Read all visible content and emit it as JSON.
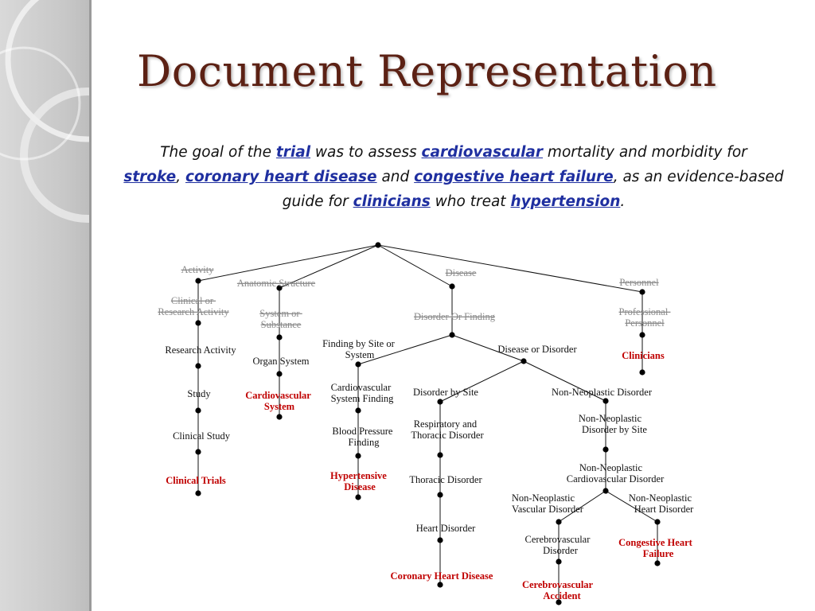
{
  "slide": {
    "title": "Document Representation",
    "goal": {
      "t1": "The goal of the ",
      "k1": "trial",
      "t2": " was to assess ",
      "k2": "cardiovascular",
      "t3": " mortality and morbidity for ",
      "k3": "stroke",
      "t4": ", ",
      "k4": "coronary heart disease",
      "t5": " and ",
      "k5": "congestive heart failure",
      "t6": ", as an  evidence-based guide for ",
      "k6": "clinicians",
      "t7": " who treat ",
      "k7": "hypertension",
      "t8": "."
    },
    "accent_color": "#5c2114",
    "keyword_color": "#1f2fa0",
    "highlight_color": "#c00000"
  },
  "tree": {
    "activity": "Activity",
    "clinical_or_research_activity": [
      "Clinical or",
      "Research Activity"
    ],
    "research_activity": "Research  Activity",
    "study": "Study",
    "clinical_study": "Clinical Study",
    "clinical_trials": "Clinical Trials",
    "anatomic_structure": "Anatomic  Structure",
    "system_or_substance": [
      "System or",
      "Substance"
    ],
    "organ_system": "Organ System",
    "cardiovascular_system": [
      "Cardiovascular",
      "System"
    ],
    "disease": "Disease",
    "disorder_or_finding": "Disorder Or Finding",
    "finding_by_site_or_system": [
      "Finding by Site or",
      "System"
    ],
    "cardiovascular_system_finding": [
      "Cardiovascular",
      "System Finding"
    ],
    "blood_pressure_finding": [
      "Blood Pressure",
      "Finding"
    ],
    "hypertensive_disease": [
      "Hypertensive",
      "Disease"
    ],
    "disease_or_disorder": "Disease or Disorder",
    "disorder_by_site": "Disorder by Site",
    "respiratory_and_thoracic_disorder": [
      "Respiratory and",
      "Thoracic Disorder"
    ],
    "thoracic_disorder": "Thoracic Disorder",
    "heart_disorder": "Heart Disorder",
    "coronary_heart_disease": "Coronary Heart Disease",
    "non_neoplastic_disorder": "Non-Neoplastic Disorder",
    "non_neoplastic_disorder_by_site": [
      "Non-Neoplastic",
      "Disorder by Site"
    ],
    "non_neoplastic_cardiovascular_disorder": [
      "Non-Neoplastic",
      "Cardiovascular Disorder"
    ],
    "non_neoplastic_vascular_disorder": [
      "Non-Neoplastic",
      "Vascular Disorder"
    ],
    "cerebrovascular_disorder": [
      "Cerebrovascular",
      "Disorder"
    ],
    "cerebrovascular_accident": [
      "Cerebrovascular",
      "Accident"
    ],
    "non_neoplastic_heart_disorder": [
      "Non-Neoplastic",
      "Heart Disorder"
    ],
    "congestive_heart_failure": [
      "Congestive Heart",
      "Failure"
    ],
    "personnel": "Personnel",
    "professional_personnel": [
      "Professional",
      "Personnel"
    ],
    "clinicians": "Clinicians"
  }
}
